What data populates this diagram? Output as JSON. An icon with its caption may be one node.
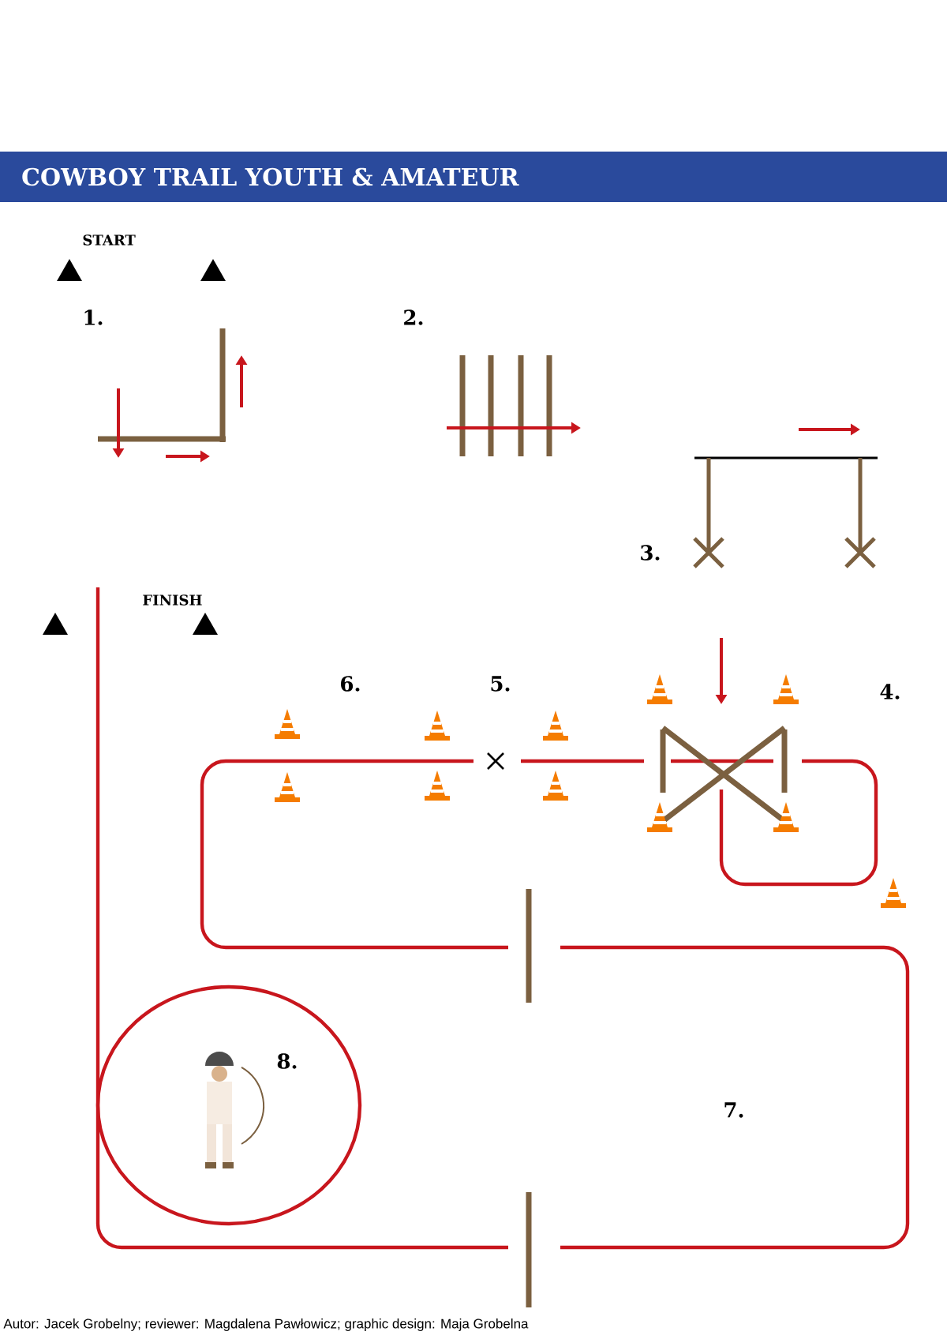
{
  "diagram": {
    "title": "COWBOY TRAIL YOUTH & AMATEUR",
    "caption": "Autor: Jacek Grobelny; reviewer: Magdalena Pawłowicz; graphic design: Maja Grobelna",
    "labels": [
      "START",
      "1.",
      "2.",
      "3.",
      "FINISH",
      "6.",
      "5.",
      "4.",
      "8.",
      "7."
    ]
  }
}
